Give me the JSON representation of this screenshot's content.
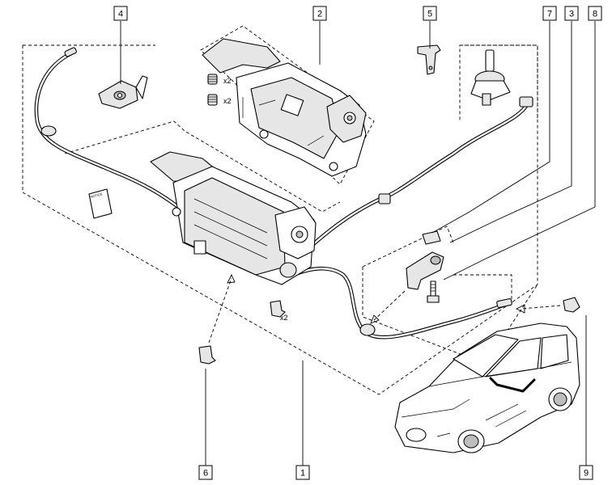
{
  "callouts": [
    "4",
    "2",
    "5",
    "7",
    "3",
    "8",
    "6",
    "1",
    "9"
  ],
  "quantities": {
    "springs": "x2",
    "springs_2": "x2",
    "clips": "x2"
  },
  "booklet_text": "NOTICE"
}
